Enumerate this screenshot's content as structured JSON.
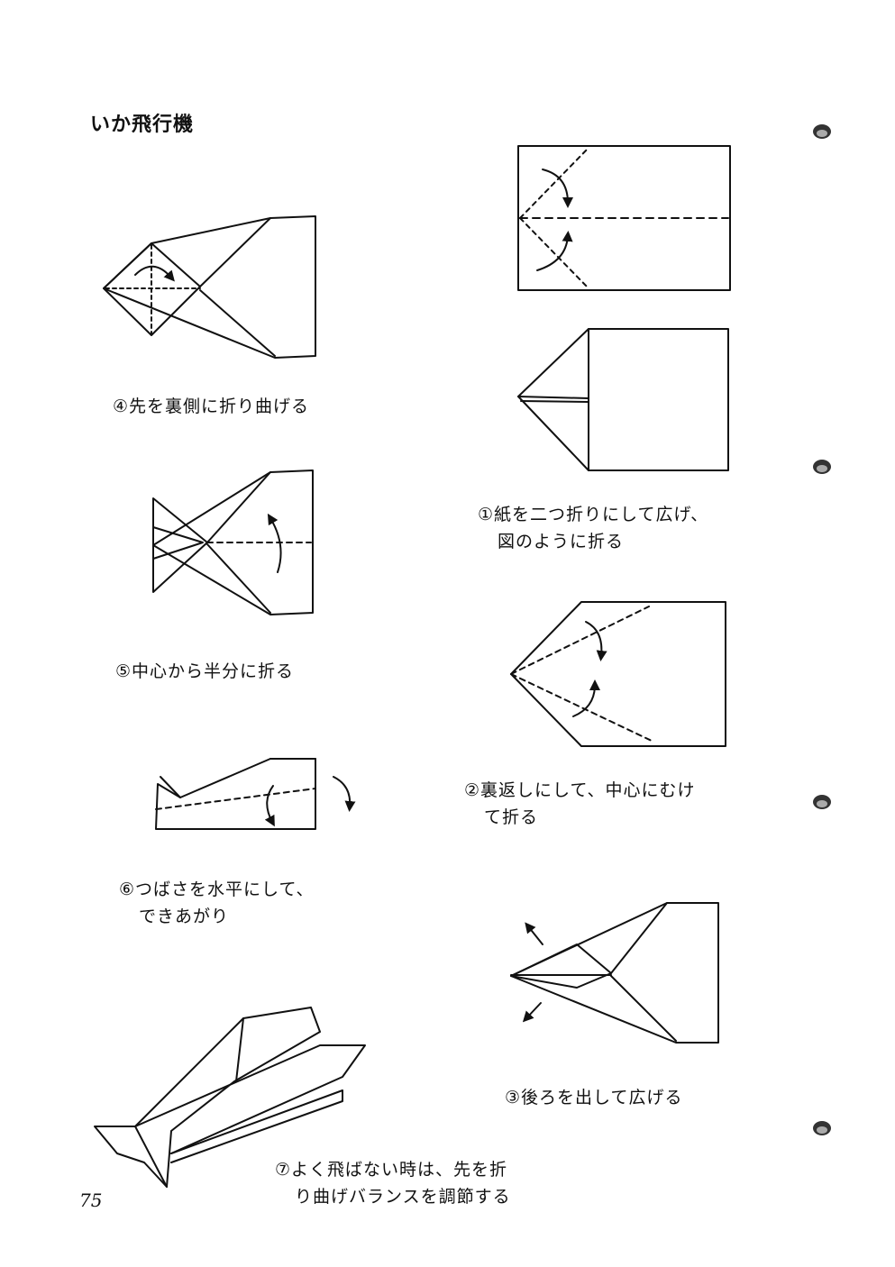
{
  "title": "いか飛行機",
  "steps": {
    "s1": {
      "line1": "①紙を二つ折りにして広げ、",
      "line2": "図のように折る"
    },
    "s2": {
      "line1": "②裏返しにして、中心にむけ",
      "line2": "て折る"
    },
    "s3": {
      "line1": "③後ろを出して広げる"
    },
    "s4": {
      "line1": "④先を裏側に折り曲げる"
    },
    "s5": {
      "line1": "⑤中心から半分に折る"
    },
    "s6": {
      "line1": "⑥つばさを水平にして、",
      "line2": "できあがり"
    },
    "s7": {
      "line1": "⑦よく飛ばない時は、先を折",
      "line2": "り曲げバランスを調節する"
    }
  },
  "page_number": "75"
}
